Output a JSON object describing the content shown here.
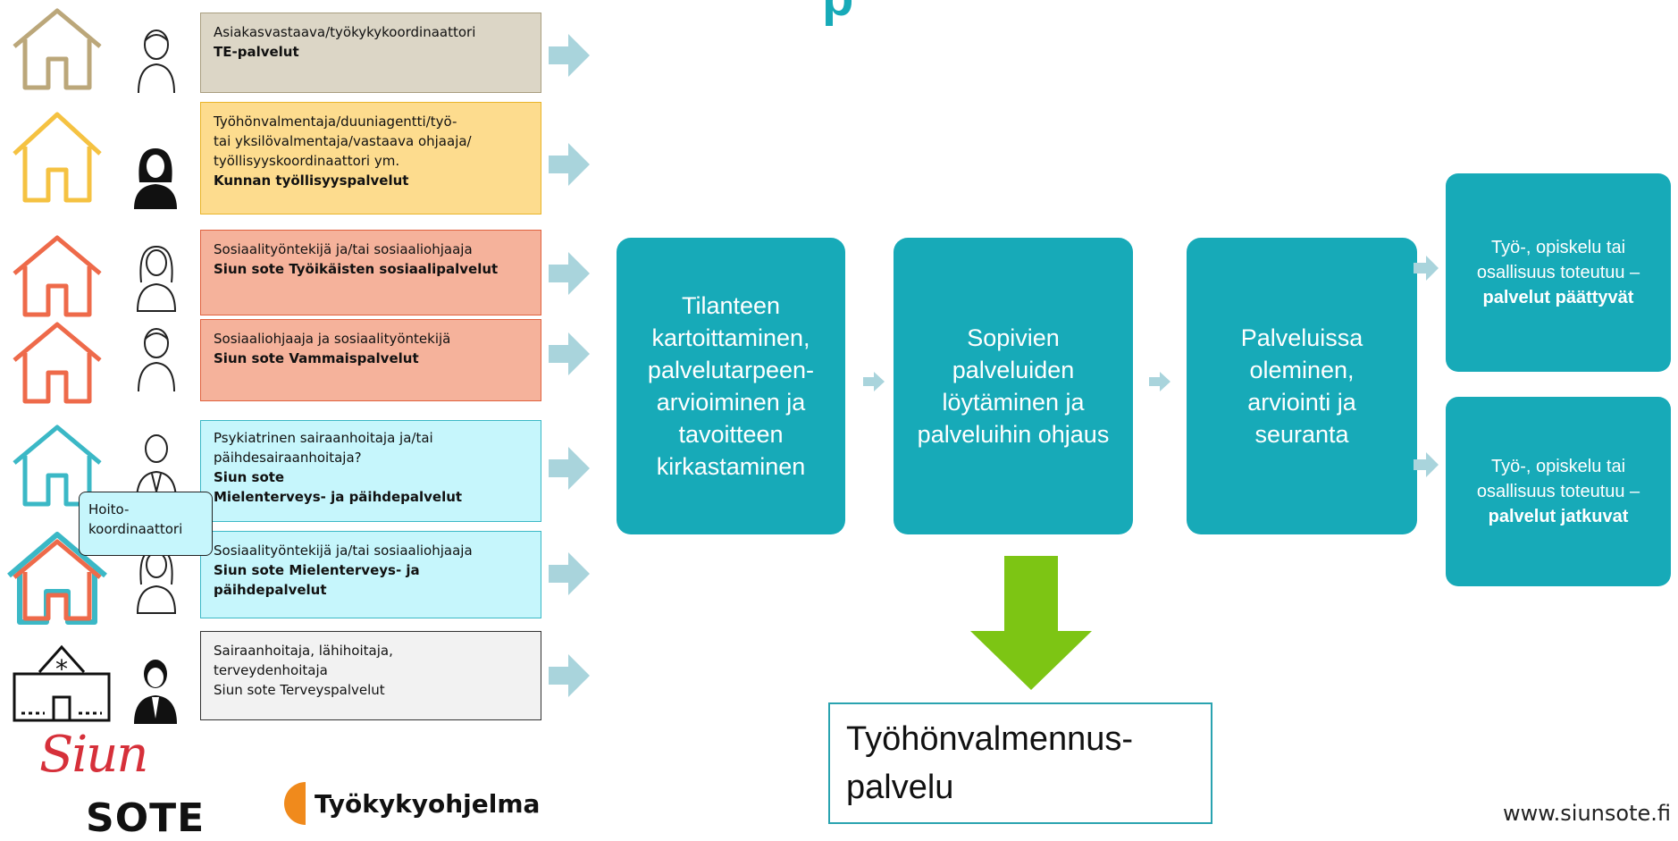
{
  "title_fragment": "p",
  "roles": [
    {
      "line1": "Asiakasvastaava/työkykykoordinaattori",
      "bold": "TE-palvelut"
    },
    {
      "line1": "Työhönvalmentaja/duuniagentti/työ-",
      "line2": "tai yksilövalmentaja/vastaava ohjaaja/",
      "line3": "työllisyyskoordinaattori ym.",
      "bold": "Kunnan työllisyyspalvelut"
    },
    {
      "line1": "Sosiaalityöntekijä ja/tai sosiaaliohjaaja",
      "bold": "Siun sote Työikäisten sosiaalipalvelut"
    },
    {
      "line1": "Sosiaaliohjaaja ja sosiaalityöntekijä",
      "bold": "Siun sote Vammaispalvelut"
    },
    {
      "line1": "Psykiatrinen sairaanhoitaja ja/tai",
      "line2": "päihdesairaanhoitaja?",
      "bold1": "Siun sote",
      "bold": "Mielenterveys- ja päihdepalvelut"
    },
    {
      "line1": "Sosiaalityöntekijä ja/tai sosiaaliohjaaja",
      "bold1": "Siun sote Mielenterveys- ja",
      "bold": "päihdepalvelut"
    },
    {
      "line1": "Sairaanhoitaja, lähihoitaja,",
      "line2": "terveydenhoitaja",
      "line3": "Siun sote Terveyspalvelut"
    }
  ],
  "hoitokoordinaattori": {
    "line1": "Hoito-",
    "line2": "koordinaattori"
  },
  "flow_steps": [
    {
      "line1": "Tilanteen",
      "line2": "kartoittaminen,",
      "line3": "palvelutarpeen-",
      "line4": "arvioiminen ja",
      "line5": "tavoitteen",
      "line6": "kirkastaminen"
    },
    {
      "line1": "Sopivien",
      "line2": "palveluiden",
      "line3": "löytäminen ja",
      "line4": "palveluihin ohjaus"
    },
    {
      "line1": "Palveluissa",
      "line2": "oleminen,",
      "line3": "arviointi ja",
      "line4": "seuranta"
    }
  ],
  "outcomes": [
    {
      "line1": "Työ-, opiskelu tai",
      "line2": "osallisuus toteutuu –",
      "bold": "palvelut päättyvät"
    },
    {
      "line1": "Työ-, opiskelu tai",
      "line2": "osallisuus toteutuu –",
      "bold": "palvelut jatkuvat"
    }
  ],
  "result": {
    "line1": "Työhönvalmennus-",
    "line2": "palvelu"
  },
  "logos": {
    "siun": "Siun",
    "sote": "SOTE",
    "tyokyky": "Työkykyohjelma"
  },
  "website": "www.siunsote.fi",
  "colors": {
    "teal": "#17aab8",
    "green_arrow": "#7dc514",
    "arrow_gray": "#a9d4dc"
  }
}
